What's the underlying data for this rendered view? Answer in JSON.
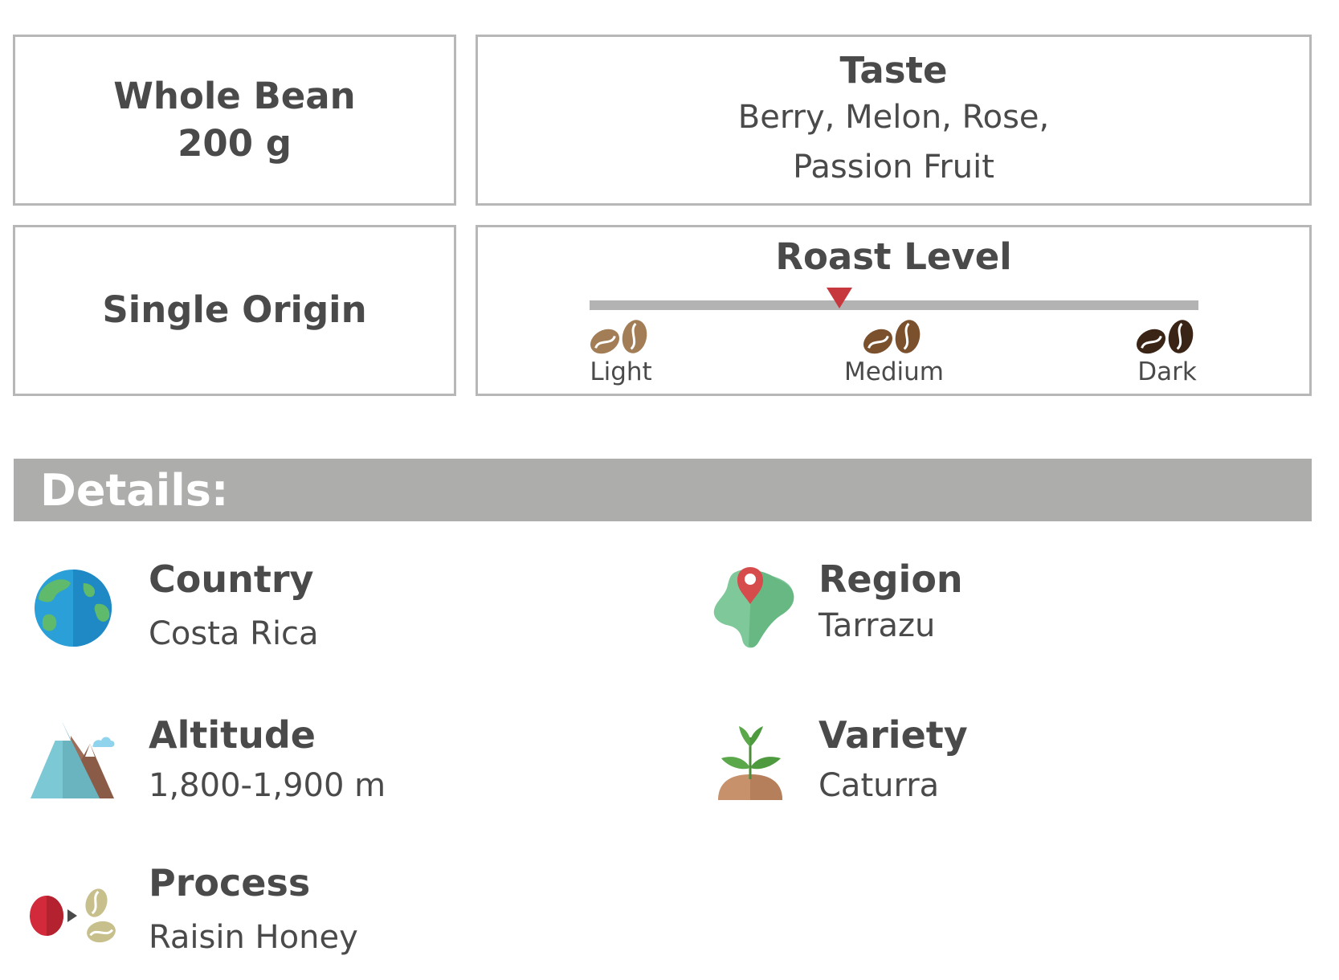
{
  "bean": {
    "line1": "Whole Bean",
    "line2": "200 g"
  },
  "taste": {
    "title": "Taste",
    "line1": "Berry, Melon, Rose,",
    "line2": "Passion Fruit"
  },
  "origin": {
    "label": "Single Origin"
  },
  "roast": {
    "title": "Roast Level",
    "levels": [
      "Light",
      "Medium",
      "Dark"
    ],
    "level_position": 0.41,
    "bean_colors": [
      "#a27d56",
      "#7a502d",
      "#3a2415"
    ],
    "marker_color": "#c6383d"
  },
  "details": {
    "title": "Details:",
    "items": [
      {
        "label": "Country",
        "value": "Costa Rica",
        "icon": "globe-icon"
      },
      {
        "label": "Region",
        "value": "Tarrazu",
        "icon": "map-pin-icon"
      },
      {
        "label": "Altitude",
        "value": "1,800-1,900 m",
        "icon": "mountain-icon"
      },
      {
        "label": "Variety",
        "value": "Caturra",
        "icon": "sprout-icon"
      },
      {
        "label": "Process",
        "value": "Raisin Honey",
        "icon": "cherry-to-bean-icon"
      }
    ]
  }
}
